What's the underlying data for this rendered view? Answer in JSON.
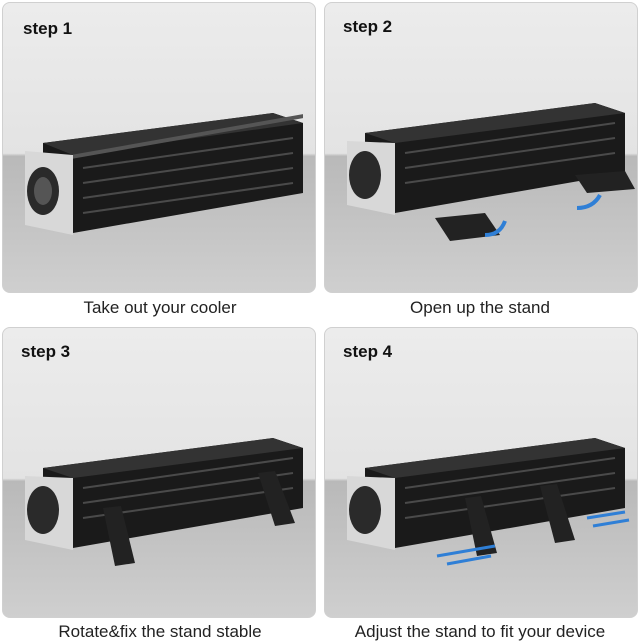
{
  "steps": [
    {
      "label": "step 1",
      "caption": "Take out your cooler"
    },
    {
      "label": "step 2",
      "caption": "Open up the stand"
    },
    {
      "label": "step 3",
      "caption": "Rotate&fix the stand stable"
    },
    {
      "label": "step 4",
      "caption": "Adjust the stand to fit your device"
    }
  ],
  "colors": {
    "arrow": "#2f7fd6",
    "device_body": "#1e1e1e",
    "silver": "#cfcfcf"
  }
}
